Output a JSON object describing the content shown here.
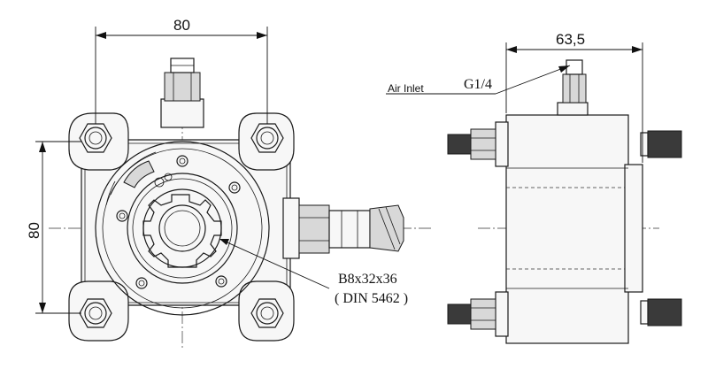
{
  "dimensions": {
    "front_width": "80",
    "front_height": "80",
    "side_width": "63,5"
  },
  "callouts": {
    "spline_size": "B8x32x36",
    "spline_standard": "( DIN 5462 )",
    "air_inlet": "Air Inlet",
    "port_thread": "G1/4"
  }
}
